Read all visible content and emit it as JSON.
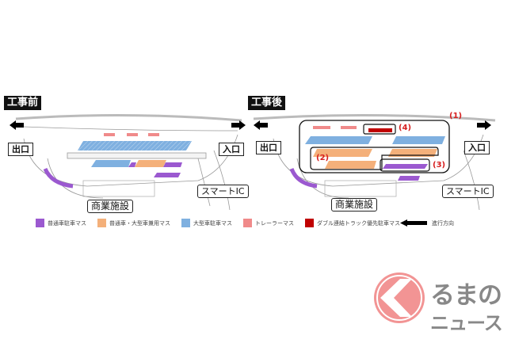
{
  "before": {
    "title": "工事前",
    "exit": "出口",
    "entrance": "入口",
    "smart_ic": "スマートIC",
    "commercial": "商業施設"
  },
  "after": {
    "title": "工事後",
    "exit": "出口",
    "entrance": "入口",
    "smart_ic": "スマートIC",
    "commercial": "商業施設",
    "markers": [
      "(1)",
      "(2)",
      "(3)",
      "(4)"
    ]
  },
  "legend": [
    {
      "label": "普通車駐車マス",
      "color": "#9b59d0"
    },
    {
      "label": "普通車・大型車兼用マス",
      "color": "#f4b07a"
    },
    {
      "label": "大型車駐車マス",
      "color": "#7fb0e0"
    },
    {
      "label": "トレーラーマス",
      "color": "#f08a8a"
    },
    {
      "label": "ダブル連結トラック優先駐車マス",
      "color": "#c00000"
    },
    {
      "label": "進行方向",
      "color": "#000000"
    }
  ],
  "logo": {
    "line1": "るまの",
    "line2": "ニュース",
    "color": "#f29494"
  }
}
